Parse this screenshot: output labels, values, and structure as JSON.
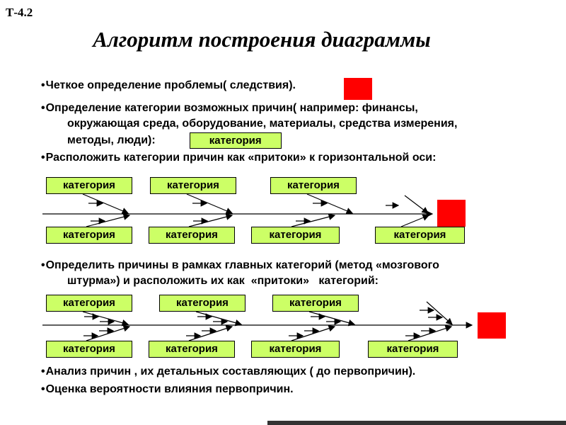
{
  "bullet_char": "•",
  "slide": {
    "tag": "Т-4.2",
    "title": "Алгоритм построения диаграммы"
  },
  "colors": {
    "category_box_fill": "#ccff66",
    "effect_box_red": "#ff0000",
    "text": "#000000",
    "background": "#ffffff"
  },
  "bullets": {
    "b1": "Четкое определение проблемы( следствия).",
    "b2_line1": "Определение категории возможных причин( например: финансы,",
    "b2_line2": "окружающая среда, оборудование, материалы, средства измерения,",
    "b2_line3": "методы, люди):",
    "b3": "Расположить категории причин как «притоки» к горизонтальной оси:",
    "b4_line1": "Определить причины в рамках главных категорий (метод «мозгового",
    "b4_line2": "штурма») и расположить их как  «притоки»   категорий:",
    "b5": "Анализ причин , их детальных составляющих ( до первопричин).",
    "b6": "Оценка вероятности влияния первопричин."
  },
  "sample_category_label": "категория",
  "diagram1": {
    "top_boxes": [
      "категория",
      "категория",
      "категория"
    ],
    "bottom_boxes": [
      "категория",
      "категория",
      "категория",
      "категория"
    ]
  },
  "diagram2": {
    "top_boxes": [
      "категория",
      "категория",
      "категория"
    ],
    "bottom_boxes": [
      "категория",
      "категория",
      "категория",
      "категория"
    ]
  }
}
